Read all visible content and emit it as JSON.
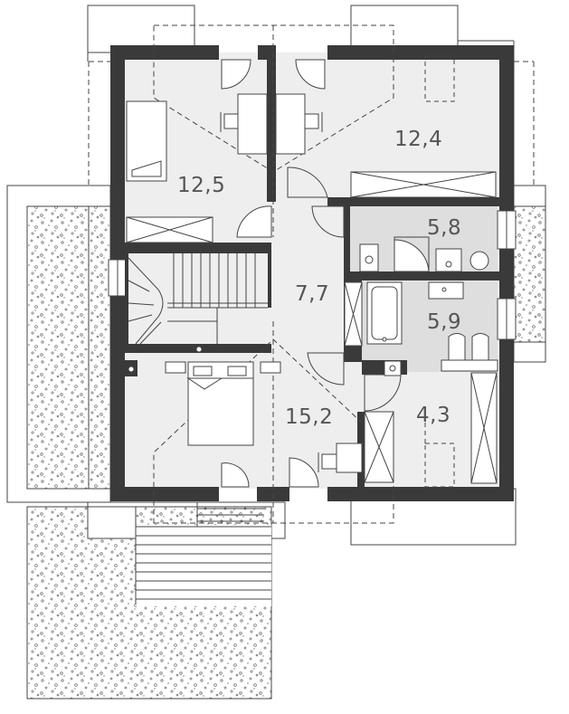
{
  "plan": {
    "rooms": [
      {
        "id": "bedroom-nw",
        "area": "12,5"
      },
      {
        "id": "bedroom-ne",
        "area": "12,4"
      },
      {
        "id": "bathroom-top",
        "area": "5,8"
      },
      {
        "id": "hall",
        "area": "7,7"
      },
      {
        "id": "bathroom-bottom",
        "area": "5,9"
      },
      {
        "id": "bedroom-sw",
        "area": "15,2"
      },
      {
        "id": "dressing-room",
        "area": "4,3"
      }
    ]
  },
  "colors": {
    "wall": "#3a3a3a",
    "room_fill": "#eeeeee",
    "bath_fill": "#dedede",
    "line": "#444444",
    "terrace_dots": "#777777",
    "label": "#555555"
  }
}
